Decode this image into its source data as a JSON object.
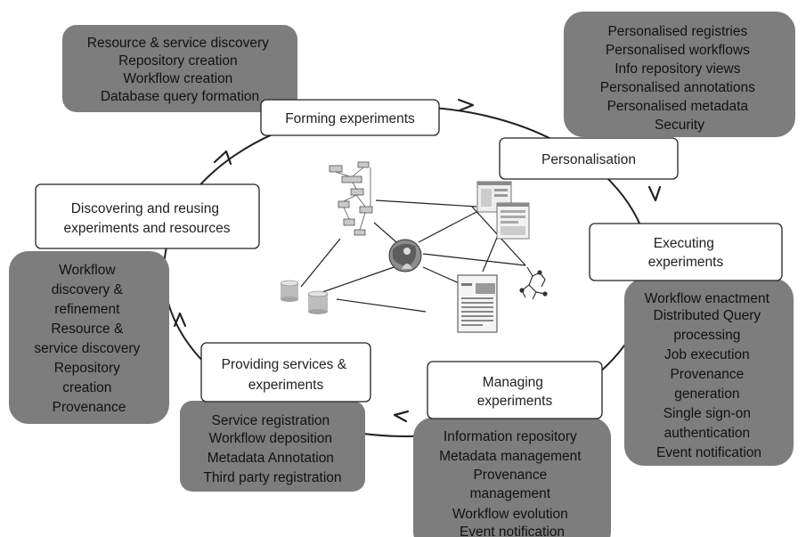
{
  "stages": {
    "forming": [
      "Forming experiments"
    ],
    "personalisation": [
      "Personalisation"
    ],
    "executing": [
      "Executing",
      "experiments"
    ],
    "managing": [
      "Managing",
      "experiments"
    ],
    "providing": [
      "Providing services &",
      "experiments"
    ],
    "discovering": [
      "Discovering and reusing",
      "experiments and resources"
    ]
  },
  "details": {
    "forming": [
      "Resource & service discovery",
      "Repository creation",
      "Workflow creation",
      "Database query formation"
    ],
    "personalisation": [
      "Personalised registries",
      "Personalised workflows",
      "Info repository views",
      "Personalised annotations",
      "Personalised metadata",
      "Security"
    ],
    "executing": [
      "Workflow enactment",
      "Distributed Query",
      "processing",
      "Job execution",
      "Provenance",
      "generation",
      "Single sign-on",
      "authentication",
      "Event notification"
    ],
    "managing": [
      "Information repository",
      "Metadata management",
      "Provenance",
      "management",
      "Workflow evolution",
      "Event notification"
    ],
    "providing": [
      "Service registration",
      "Workflow deposition",
      "Metadata Annotation",
      "Third party registration"
    ],
    "discovering": [
      "Workflow",
      "discovery &",
      "refinement",
      "Resource &",
      "service discovery",
      "Repository",
      "creation",
      "Provenance"
    ]
  },
  "hub_icons": [
    "workflow-graph-icon",
    "screenshot-windows-icon",
    "globe-person-icon",
    "database-icon",
    "document-icon",
    "molecule-icon"
  ]
}
